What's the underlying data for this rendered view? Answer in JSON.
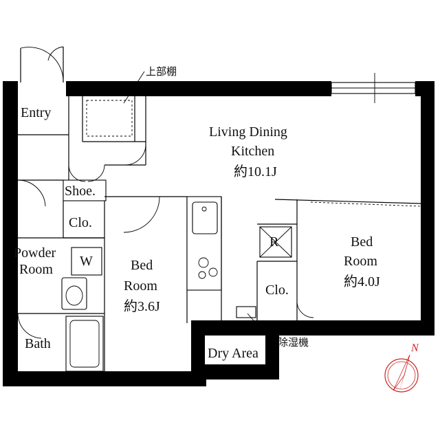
{
  "rooms": {
    "entry": "Entry",
    "shoe": "Shoe.",
    "clo_left": "Clo.",
    "powder_line1": "Powder",
    "powder_line2": "Room",
    "washer": "W",
    "bath": "Bath",
    "bed1_line1": "Bed",
    "bed1_line2": "Room",
    "bed1_size": "約3.6J",
    "ldk_line1": "Living Dining",
    "ldk_line2": "Kitchen",
    "ldk_size": "約10.1J",
    "bed2_line1": "Bed",
    "bed2_line2": "Room",
    "bed2_size": "約4.0J",
    "fridge": "R",
    "clo_right": "Clo.",
    "dry_area": "Dry Area"
  },
  "notes": {
    "upper_shelf": "上部棚",
    "dehumidifier": "除湿機"
  },
  "compass": {
    "north_label": "N",
    "color": "#cc2222"
  }
}
